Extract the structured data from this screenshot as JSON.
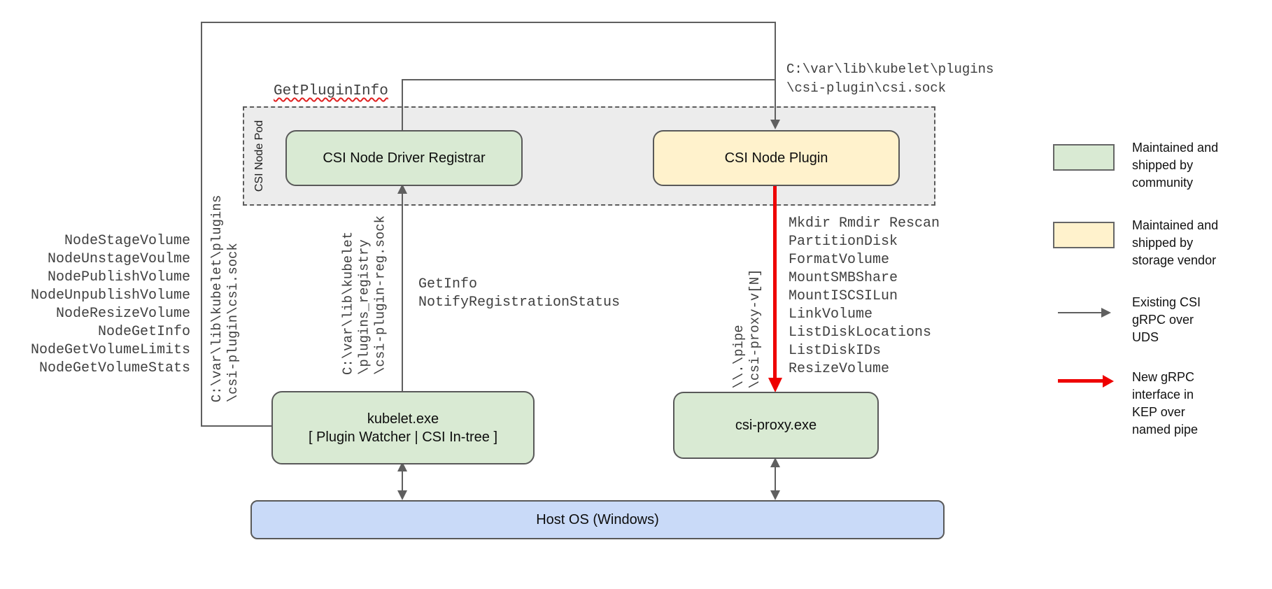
{
  "diagram": {
    "title_context": "CSI on Windows architecture",
    "get_plugin_info": "GetPluginInfo",
    "csi_sock_path_top": "C:\\var\\lib\\kubelet\\plugins\n\\csi-plugin\\csi.sock",
    "csi_sock_path_vertical": "C:\\var\\lib\\kubelet\\plugins\n\\csi-plugin\\csi.sock",
    "registry_sock_path_vertical": "C:\\var\\lib\\kubelet\n\\plugins_registry\n\\csi-plugin-reg.sock",
    "pipe_path_vertical": "\\\\.\\pipe\n\\csi-proxy-v[N]",
    "registration_calls": "GetInfo\nNotifyRegistrationStatus",
    "node_methods": "NodeStageVolume\nNodeUnstageVoulme\nNodePublishVolume\nNodeUnpublishVolume\nNodeResizeVolume\nNodeGetInfo\nNodeGetVolumeLimits\nNodeGetVolumeStats",
    "proxy_methods": "Mkdir Rmdir Rescan\nPartitionDisk\nFormatVolume\nMountSMBShare\nMountISCSILun\nLinkVolume\nListDiskLocations\nListDiskIDs\nResizeVolume"
  },
  "boxes": {
    "pod_label": "CSI Node Pod",
    "registrar": "CSI Node Driver Registrar",
    "plugin": "CSI Node Plugin",
    "kubelet_line1": "kubelet.exe",
    "kubelet_line2": "[ Plugin Watcher | CSI In-tree ]",
    "csi_proxy": "csi-proxy.exe",
    "host_os": "Host OS (Windows)"
  },
  "legend": {
    "community": "Maintained and\nshipped by\ncommunity",
    "vendor": "Maintained and\nshipped by\nstorage vendor",
    "uds_arrow": "Existing CSI\ngRPC over\nUDS",
    "pipe_arrow": "New gRPC\ninterface in\nKEP over\nnamed pipe"
  },
  "colors": {
    "community_green": "#d9ead3",
    "vendor_yellow": "#fff2cc",
    "host_blue": "#c9daf8",
    "pod_gray": "#ececec",
    "line_gray": "#5f5f5f",
    "arrow_red": "#ee0000"
  }
}
